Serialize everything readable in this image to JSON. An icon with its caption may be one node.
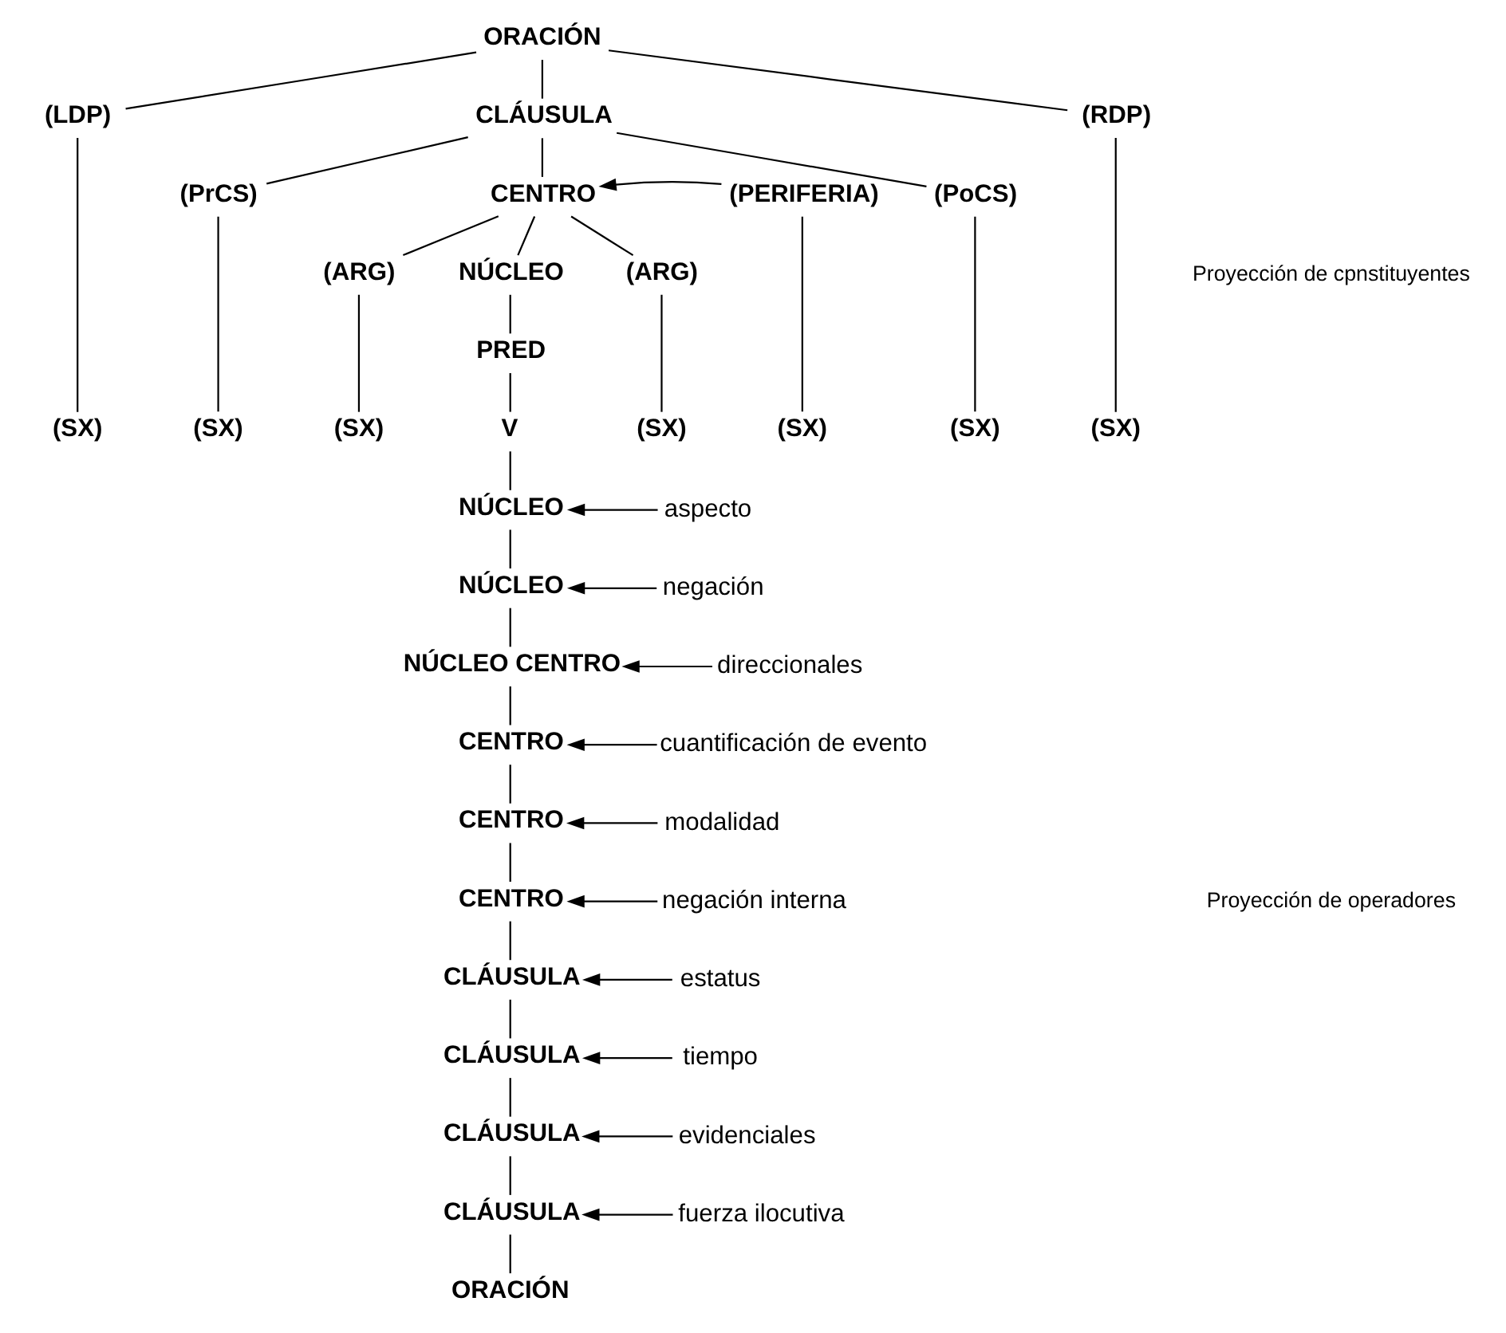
{
  "diagram": {
    "nodes": [
      {
        "text": [
          "ORACIÓN"
        ]
      },
      {
        "text": [
          "(LDP)"
        ]
      },
      {
        "text": [
          "CLÁUSULA"
        ]
      },
      {
        "text": [
          "(RDP)"
        ]
      },
      {
        "text": [
          "(PrCS)"
        ]
      },
      {
        "text": [
          "CENTRO"
        ]
      },
      {
        "text": [
          "(PERIFERIA)"
        ]
      },
      {
        "text": [
          "(PoCS)"
        ]
      },
      {
        "text": [
          "(ARG)"
        ]
      },
      {
        "text": [
          "NÚCLEO"
        ]
      },
      {
        "text": [
          "(ARG)"
        ]
      },
      {
        "text": [
          "PRED"
        ]
      },
      {
        "text": [
          "(SX)"
        ]
      },
      {
        "text": [
          "(SX)"
        ]
      },
      {
        "text": [
          "(SX)"
        ]
      },
      {
        "text": [
          "V"
        ]
      },
      {
        "text": [
          "(SX)"
        ]
      },
      {
        "text": [
          "(SX)"
        ]
      },
      {
        "text": [
          "(SX)"
        ]
      },
      {
        "text": [
          "(SX)"
        ]
      },
      {
        "text": [
          "NÚCLEO"
        ]
      },
      {
        "text": [
          "aspecto"
        ]
      },
      {
        "text": [
          "NÚCLEO"
        ]
      },
      {
        "text": [
          "negación"
        ]
      },
      {
        "text": [
          "NÚCLEO CENTRO"
        ]
      },
      {
        "text": [
          "direccionales"
        ]
      },
      {
        "text": [
          "CENTRO"
        ]
      },
      {
        "text": [
          "cuantificación de evento"
        ]
      },
      {
        "text": [
          "CENTRO"
        ]
      },
      {
        "text": [
          "modalidad"
        ]
      },
      {
        "text": [
          "CENTRO"
        ]
      },
      {
        "text": [
          "negación interna"
        ]
      },
      {
        "text": [
          "CLÁUSULA"
        ]
      },
      {
        "text": [
          "estatus"
        ]
      },
      {
        "text": [
          "CLÁUSULA"
        ]
      },
      {
        "text": [
          "tiempo"
        ]
      },
      {
        "text": [
          "CLÁUSULA"
        ]
      },
      {
        "text": [
          "evidenciales"
        ]
      },
      {
        "text": [
          "CLÁUSULA"
        ]
      },
      {
        "text": [
          "fuerza ilocutiva"
        ]
      },
      {
        "text": [
          "ORACIÓN"
        ]
      }
    ],
    "edges": [
      {
        "from": 0,
        "to": 1,
        "arrow": "none"
      },
      {
        "from": 0,
        "to": 2,
        "arrow": "none"
      },
      {
        "from": 0,
        "to": 3,
        "arrow": "none"
      },
      {
        "from": 2,
        "to": 4,
        "arrow": "none"
      },
      {
        "from": 2,
        "to": 5,
        "arrow": "none"
      },
      {
        "from": 2,
        "to": 7,
        "arrow": "none"
      },
      {
        "from": 6,
        "to": 5,
        "arrow": "to"
      },
      {
        "from": 5,
        "to": 8,
        "arrow": "none"
      },
      {
        "from": 5,
        "to": 9,
        "arrow": "none"
      },
      {
        "from": 5,
        "to": 10,
        "arrow": "none"
      },
      {
        "from": 9,
        "to": 11,
        "arrow": "none"
      },
      {
        "from": 11,
        "to": 15,
        "arrow": "none"
      },
      {
        "from": 1,
        "to": 12,
        "arrow": "none"
      },
      {
        "from": 4,
        "to": 13,
        "arrow": "none"
      },
      {
        "from": 8,
        "to": 14,
        "arrow": "none"
      },
      {
        "from": 10,
        "to": 16,
        "arrow": "none"
      },
      {
        "from": 6,
        "to": 17,
        "arrow": "none"
      },
      {
        "from": 7,
        "to": 18,
        "arrow": "none"
      },
      {
        "from": 3,
        "to": 19,
        "arrow": "none"
      },
      {
        "from": 15,
        "to": 20,
        "arrow": "none"
      },
      {
        "from": 21,
        "to": 20,
        "arrow": "to"
      },
      {
        "from": 20,
        "to": 22,
        "arrow": "none"
      },
      {
        "from": 23,
        "to": 22,
        "arrow": "to"
      },
      {
        "from": 22,
        "to": 24,
        "arrow": "none"
      },
      {
        "from": 25,
        "to": 24,
        "arrow": "to"
      },
      {
        "from": 24,
        "to": 26,
        "arrow": "none"
      },
      {
        "from": 27,
        "to": 26,
        "arrow": "to"
      },
      {
        "from": 26,
        "to": 28,
        "arrow": "none"
      },
      {
        "from": 29,
        "to": 28,
        "arrow": "to"
      },
      {
        "from": 28,
        "to": 30,
        "arrow": "none"
      },
      {
        "from": 31,
        "to": 30,
        "arrow": "to"
      },
      {
        "from": 30,
        "to": 32,
        "arrow": "none"
      },
      {
        "from": 33,
        "to": 32,
        "arrow": "to"
      },
      {
        "from": 32,
        "to": 34,
        "arrow": "none"
      },
      {
        "from": 35,
        "to": 34,
        "arrow": "to"
      },
      {
        "from": 34,
        "to": 36,
        "arrow": "none"
      },
      {
        "from": 37,
        "to": 36,
        "arrow": "to"
      },
      {
        "from": 36,
        "to": 38,
        "arrow": "none"
      },
      {
        "from": 39,
        "to": 38,
        "arrow": "to"
      },
      {
        "from": 38,
        "to": 40,
        "arrow": "none"
      }
    ],
    "labels": [
      "Proyección de cpnstituyentes",
      "Proyección de operadores"
    ]
  }
}
